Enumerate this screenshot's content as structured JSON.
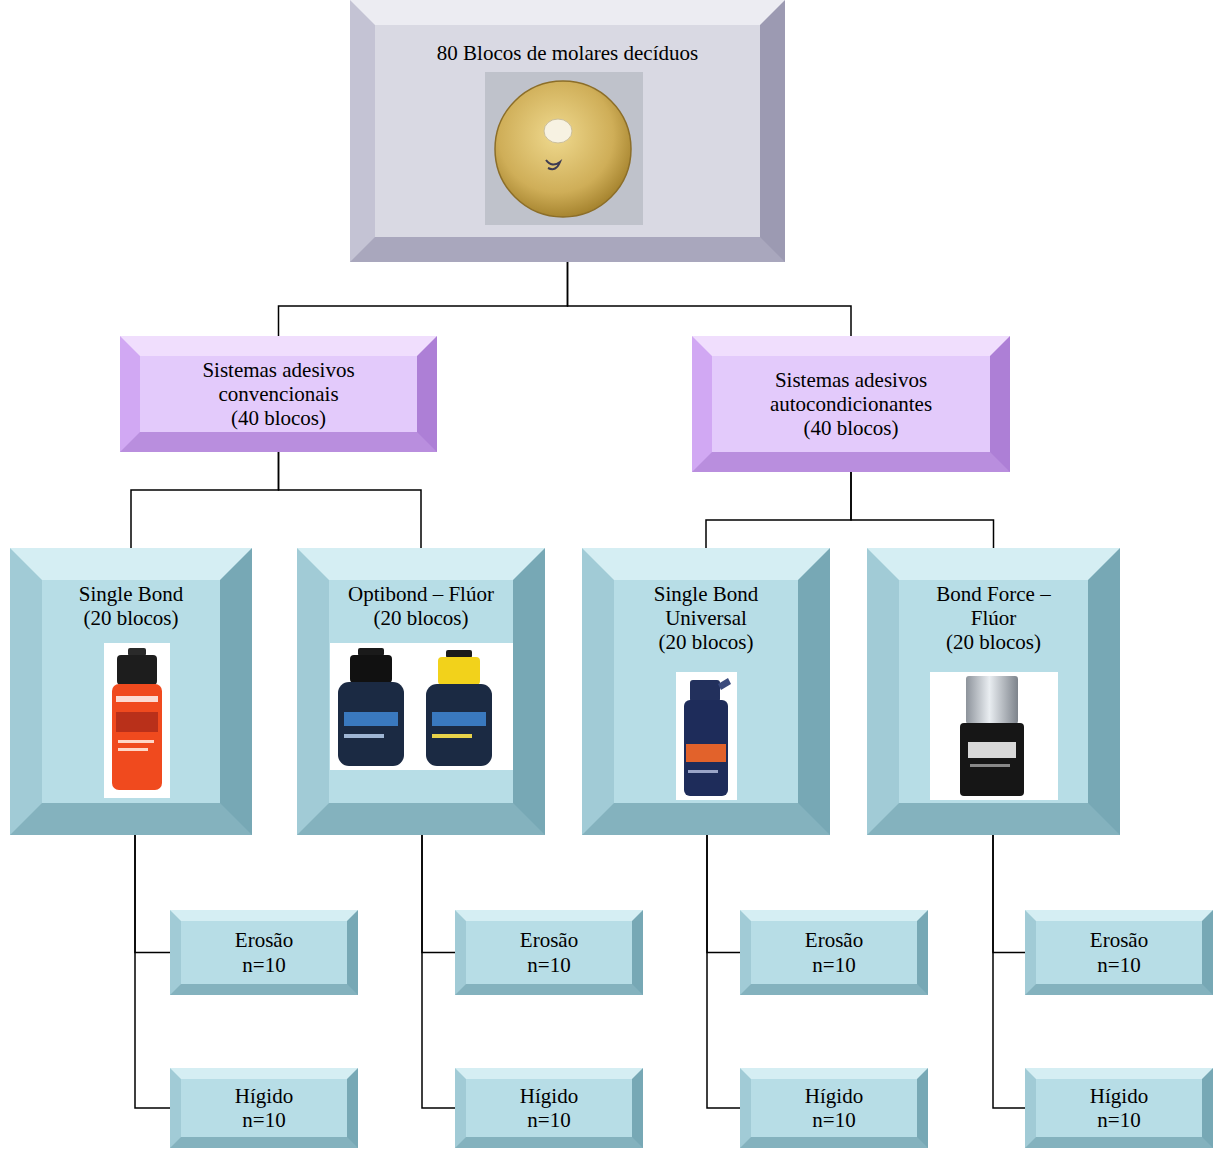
{
  "diagram": {
    "nodes": [
      {
        "text": [
          "80 Blocos de molares decíduos"
        ]
      },
      {
        "text": [
          "Sistemas adesivos convencionais",
          "(40 blocos)"
        ]
      },
      {
        "text": [
          "Sistemas adesivos autocondicionantes",
          "(40 blocos)"
        ]
      },
      {
        "text": [
          "Single Bond",
          "(20 blocos)"
        ]
      },
      {
        "text": [
          "Optibond – Flúor",
          "(20 blocos)"
        ]
      },
      {
        "text": [
          "Single Bond Universal",
          "(20 blocos)"
        ]
      },
      {
        "text": [
          "Bond Force – Flúor",
          "(20 blocos)"
        ]
      },
      {
        "text": [
          "Erosão",
          "n=10"
        ]
      },
      {
        "text": [
          "Hígido",
          "n=10"
        ]
      },
      {
        "text": [
          "Erosão",
          "n=10"
        ]
      },
      {
        "text": [
          "Hígido",
          "n=10"
        ]
      },
      {
        "text": [
          "Erosão",
          "n=10"
        ]
      },
      {
        "text": [
          "Hígido",
          "n=10"
        ]
      },
      {
        "text": [
          "Erosão",
          "n=10"
        ]
      },
      {
        "text": [
          "Hígido",
          "n=10"
        ]
      }
    ],
    "edges": [
      {
        "from": 0,
        "to": 1,
        "arrow": "none"
      },
      {
        "from": 0,
        "to": 2,
        "arrow": "none"
      },
      {
        "from": 1,
        "to": 3,
        "arrow": "none"
      },
      {
        "from": 1,
        "to": 4,
        "arrow": "none"
      },
      {
        "from": 2,
        "to": 5,
        "arrow": "none"
      },
      {
        "from": 2,
        "to": 6,
        "arrow": "none"
      },
      {
        "from": 3,
        "to": 7,
        "arrow": "none"
      },
      {
        "from": 3,
        "to": 8,
        "arrow": "none"
      },
      {
        "from": 4,
        "to": 9,
        "arrow": "none"
      },
      {
        "from": 4,
        "to": 10,
        "arrow": "none"
      },
      {
        "from": 5,
        "to": 11,
        "arrow": "none"
      },
      {
        "from": 5,
        "to": 12,
        "arrow": "none"
      },
      {
        "from": 6,
        "to": 13,
        "arrow": "none"
      },
      {
        "from": 6,
        "to": 14,
        "arrow": "none"
      }
    ]
  }
}
